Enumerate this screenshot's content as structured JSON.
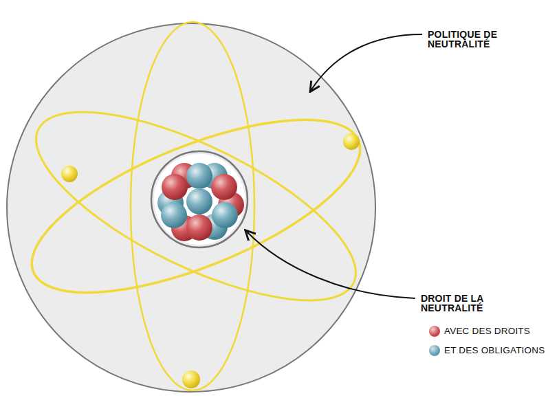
{
  "diagram": {
    "labels": [
      "POLITIQUE DE NEUTRALITÉ",
      "DROIT DE LA NEUTRALITÉ"
    ],
    "legend": [
      {
        "text": "AVEC DES DROITS",
        "color": "#c9464c"
      },
      {
        "text": "ET DES OBLIGATIONS",
        "color": "#5d9db0"
      }
    ]
  }
}
